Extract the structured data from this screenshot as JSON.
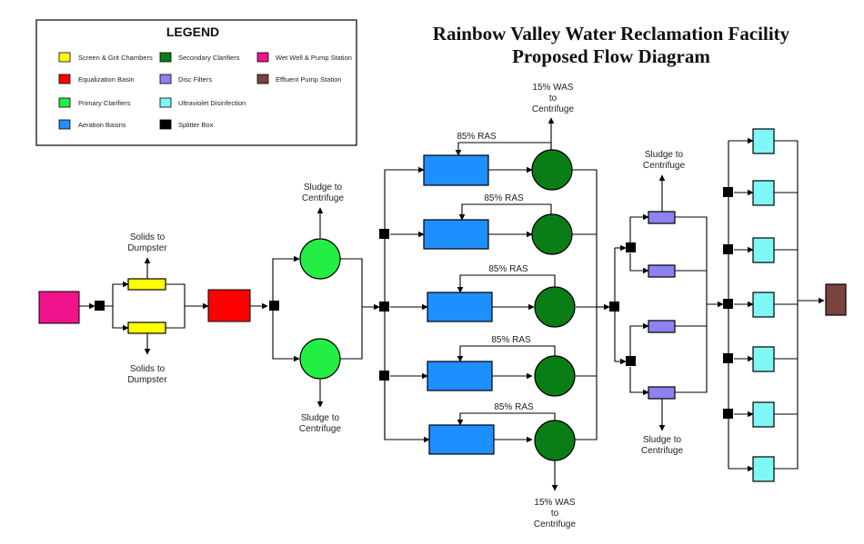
{
  "title_line1": "Rainbow Valley Water Reclamation Facility",
  "title_line2": "Proposed Flow Diagram",
  "legend": {
    "heading": "LEGEND",
    "items": [
      {
        "label": "Screen & Grit Chambers",
        "color": "#ffff00"
      },
      {
        "label": "Equalization Basin",
        "color": "#ff0000"
      },
      {
        "label": "Primary Clarifiers",
        "color": "#22ee44"
      },
      {
        "label": "Aeration Basins",
        "color": "#1e8fff"
      },
      {
        "label": "Secondary Clarifiers",
        "color": "#0b7d16"
      },
      {
        "label": "Disc Filters",
        "color": "#8c82f0"
      },
      {
        "label": "Ultraviolet Disinfection",
        "color": "#7ff7f7"
      },
      {
        "label": "Splitter Box",
        "color": "#000000"
      },
      {
        "label": "Wet Well & Pump Station",
        "color": "#f0148c"
      },
      {
        "label": "Effluent Pump Station",
        "color": "#7a4340"
      }
    ]
  },
  "labels": {
    "solids_top_1": "Solids to",
    "solids_top_2": "Dumpster",
    "solids_bot_1": "Solids to",
    "solids_bot_2": "Dumpster",
    "sludge_primary_top_1": "Sludge to",
    "sludge_primary_top_2": "Centrifuge",
    "sludge_primary_bot_1": "Sludge to",
    "sludge_primary_bot_2": "Centrifuge",
    "was_top_1": "15% WAS",
    "was_top_2": "to",
    "was_top_3": "Centrifuge",
    "was_bot_1": "15% WAS",
    "was_bot_2": "to",
    "was_bot_3": "Centrifuge",
    "ras": [
      "85% RAS",
      "85% RAS",
      "85% RAS",
      "85% RAS",
      "85% RAS"
    ],
    "sludge_filter_top_1": "Sludge to",
    "sludge_filter_top_2": "Centrifuge",
    "sludge_filter_bot_1": "Sludge to",
    "sludge_filter_bot_2": "Centrifuge"
  }
}
